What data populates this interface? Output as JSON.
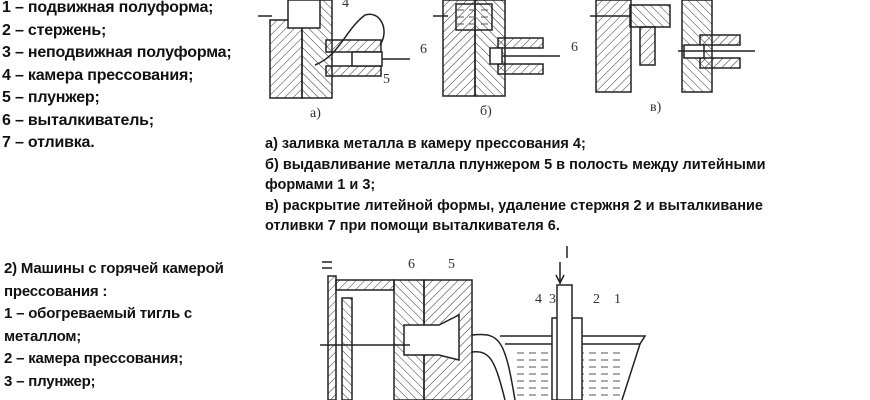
{
  "legend_cold": [
    "1 – подвижная полуформа;",
    "2 – стержень;",
    "3 – неподвижная полуформа;",
    "4 – камера прессования;",
    "5 – плунжер;",
    "6 – выталкиватель;",
    "7 – отливка."
  ],
  "stage_captions": [
    "а) заливка металла в камеру прессования 4;",
    "б) выдавливание металла плунжером 5 в полость между литейными",
    "формами 1 и 3;",
    "в) раскрытие литейной формы, удаление стержня 2 и выталкивание",
    "отливки 7 при помощи выталкивателя 6."
  ],
  "figure_top": {
    "sub_labels": [
      "а)",
      "б)",
      "в)"
    ],
    "part_numbers": [
      "4",
      "5",
      "6",
      "6"
    ]
  },
  "hot_chamber": {
    "title_lines": [
      "2) Машины с горячей камерой",
      "прессования :"
    ],
    "items": [
      "1 – обогреваемый тигль с",
      "металлом;",
      "2 – камера прессования;",
      "3 – плунжер;"
    ],
    "part_numbers": [
      "6",
      "5",
      "4",
      "3",
      "2",
      "1"
    ]
  }
}
